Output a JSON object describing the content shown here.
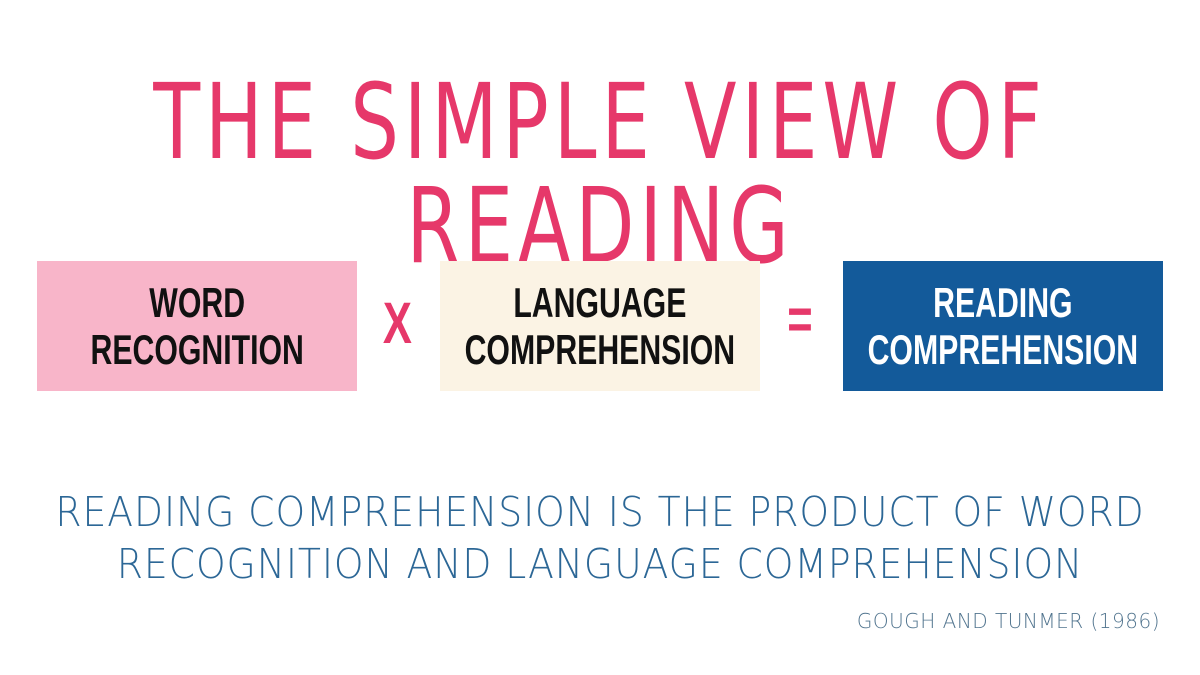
{
  "title": "THE SIMPLE VIEW OF READING",
  "equation": {
    "term1": {
      "line1": "WORD",
      "line2": "RECOGNITION",
      "bg": "#f8b5c9"
    },
    "operator1": "X",
    "term2": {
      "line1": "LANGUAGE",
      "line2": "COMPREHENSION",
      "bg": "#fbf3e4"
    },
    "operator2": "=",
    "result": {
      "line1": "READING",
      "line2": "COMPREHENSION",
      "bg": "#135a9a"
    }
  },
  "statement": {
    "line1": "READING COMPREHENSION IS THE PRODUCT OF WORD",
    "line2": "RECOGNITION AND LANGUAGE COMPREHENSION"
  },
  "citation": "GOUGH AND TUNMER (1986)",
  "colors": {
    "accent_pink": "#e6386a",
    "blue": "#135a9a",
    "text_blue": "#2c6796"
  }
}
